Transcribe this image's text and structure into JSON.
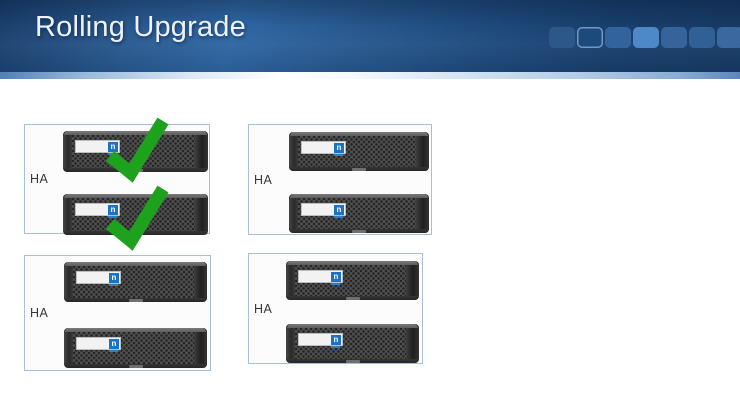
{
  "title": "Rolling Upgrade",
  "theme": {
    "header_dark": "#163a63",
    "header_mid": "#2e66a3",
    "box_border": "#a7bfd9",
    "box_bg": "#fdfcfc",
    "label_color": "#363636",
    "check_color": "#1ea21e",
    "logo_blue": "#1d72c4"
  },
  "header_squares": [
    {
      "name": "square-1",
      "fill": "#2b5888",
      "outlined": false
    },
    {
      "name": "square-2",
      "fill": "#1d4a7c",
      "outlined": true,
      "border": "#7099c2"
    },
    {
      "name": "square-3",
      "fill": "#33639c",
      "outlined": false
    },
    {
      "name": "square-4",
      "fill": "#4d89c8",
      "outlined": false
    },
    {
      "name": "square-5",
      "fill": "#35639a",
      "outlined": false
    },
    {
      "name": "square-6",
      "fill": "#306095",
      "outlined": false
    },
    {
      "name": "square-7",
      "fill": "#3a689f",
      "outlined": false
    }
  ],
  "boxes": [
    {
      "label": "HA",
      "checked": true
    },
    {
      "label": "HA",
      "checked": false
    },
    {
      "label": "HA",
      "checked": false
    },
    {
      "label": "HA",
      "checked": false
    }
  ],
  "server_logo": {
    "letter": "n"
  }
}
